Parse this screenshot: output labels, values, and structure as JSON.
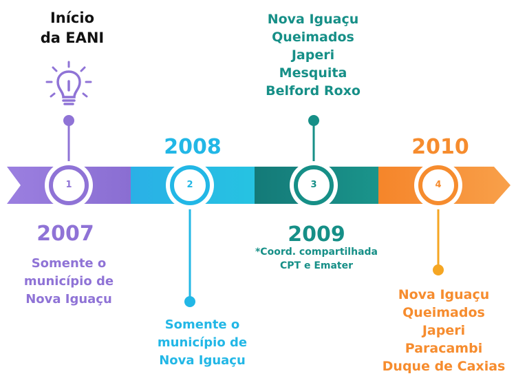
{
  "start": {
    "title": "Início\nda EANI"
  },
  "milestones": [
    {
      "number": "1",
      "year": "2007",
      "description": "Somente o\nmunicípio de\nNova Iguaçu",
      "color": "#8F73D6"
    },
    {
      "number": "2",
      "year": "2008",
      "description": "Somente o\nmunicípio de\nNova Iguaçu",
      "color": "#22B7E6"
    },
    {
      "number": "3",
      "year": "2009",
      "description": "Nova Iguaçu\nQueimados\nJaperi\nMesquita\nBelford Roxo",
      "note": "*Coord. compartilhada\nCPT e Emater",
      "color": "#168F87"
    },
    {
      "number": "4",
      "year": "2010",
      "description": "Nova Iguaçu\nQueimados\nJaperi\nParacambi\nDuque de Caxias",
      "color": "#F68C2E"
    }
  ],
  "icons": [
    "lightbulb-icon"
  ]
}
